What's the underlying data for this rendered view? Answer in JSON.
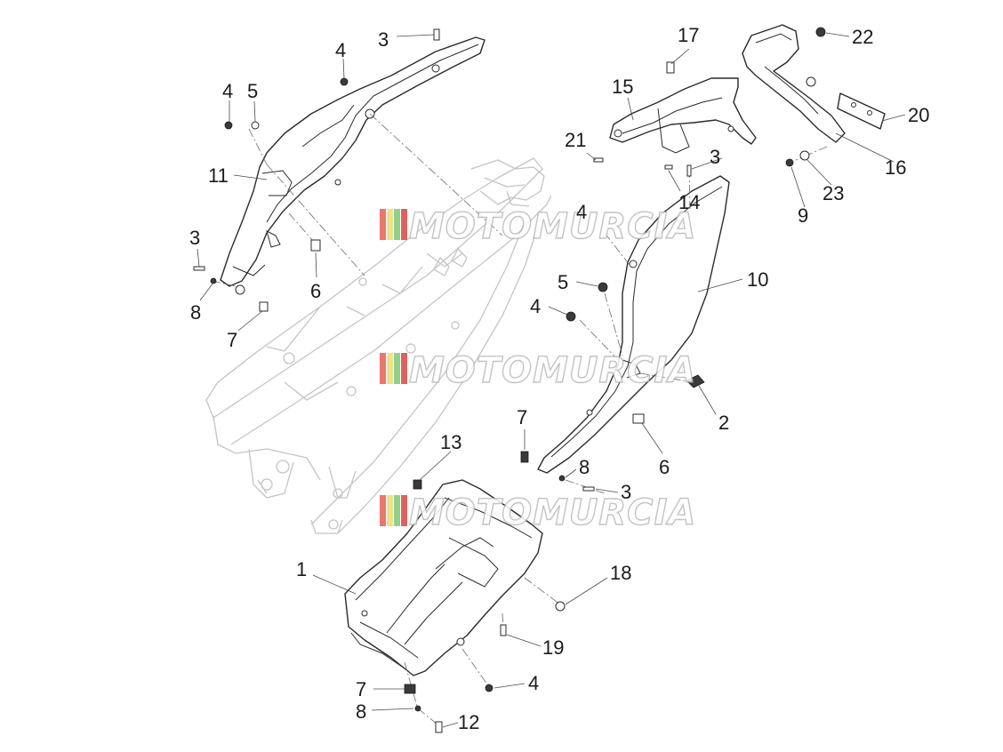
{
  "watermark": {
    "text": "MOTOMURCIA",
    "stripe_colors": [
      "#e8776f",
      "#f0e28a",
      "#8fd18a",
      "#e06060"
    ]
  },
  "callouts": {
    "n1": "1",
    "n2": "2",
    "n3": "3",
    "n4": "4",
    "n5": "5",
    "n6": "6",
    "n7": "7",
    "n8": "8",
    "n9": "9",
    "n10": "10",
    "n11": "11",
    "n12": "12",
    "n13": "13",
    "n14": "14",
    "n15": "15",
    "n16": "16",
    "n17": "17",
    "n18": "18",
    "n19": "19",
    "n20": "20",
    "n21": "21",
    "n22": "22",
    "n23": "23"
  }
}
